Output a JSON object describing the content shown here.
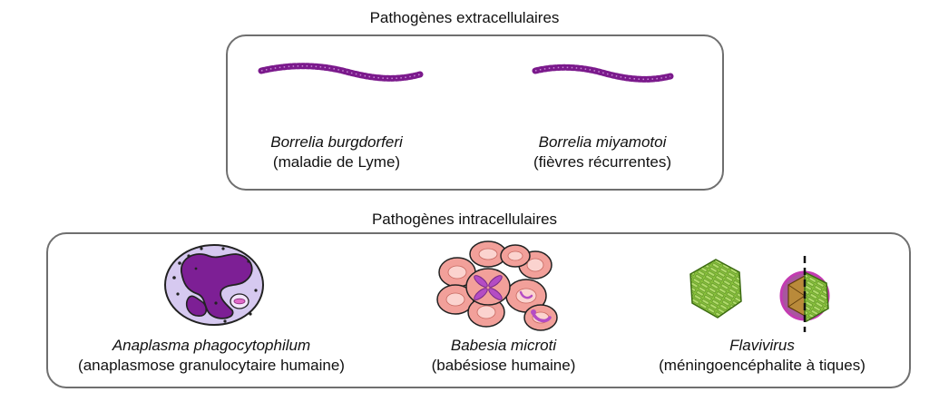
{
  "sections": {
    "extracellular": {
      "title": "Pathogènes extracellulaires",
      "items": [
        {
          "name": "Borrelia burgdorferi",
          "disease": "(maladie de Lyme)",
          "icon": "spirochete-icon"
        },
        {
          "name": "Borrelia miyamotoi",
          "disease": "(fièvres récurrentes)",
          "icon": "spirochete-icon"
        }
      ]
    },
    "intracellular": {
      "title": "Pathogènes intracellulaires",
      "items": [
        {
          "name": "Anaplasma phagocytophilum",
          "disease": "(anaplasmose granulocytaire humaine)",
          "icon": "granulocyte-icon"
        },
        {
          "name": "Babesia microti",
          "disease": "(babésiose humaine)",
          "icon": "infected-red-blood-cells-icon"
        },
        {
          "name": "Flavivirus",
          "disease": "(méningoencéphalite à tiques)",
          "icon": "flavivirus-icon"
        }
      ]
    }
  },
  "colors": {
    "border": "#6f6f6f",
    "spirochete": "#7b1a8c",
    "granulocyte_cytoplasm": "#d6c9f0",
    "granulocyte_nucleus": "#7d1f95",
    "red_blood_cell": "#f2a09a",
    "babesia": "#b44cc4",
    "virus_capsid": "#8cc63e"
  }
}
